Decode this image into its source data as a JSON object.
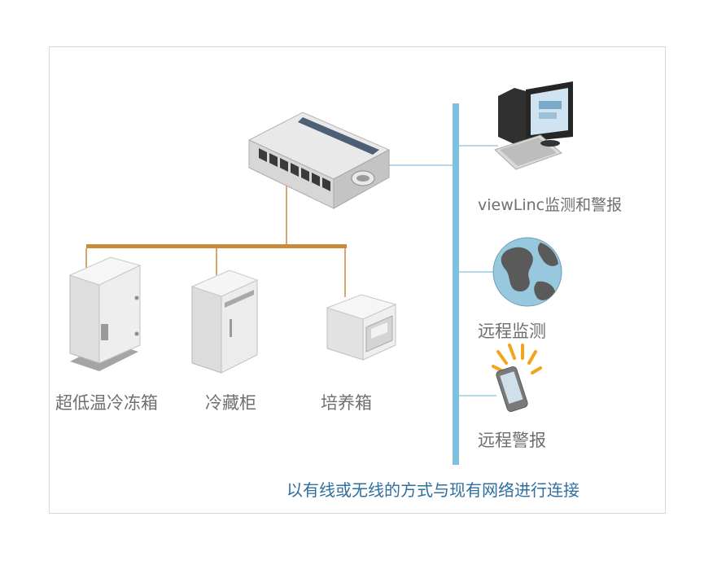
{
  "equipment": [
    {
      "id": "ultra_low_freezer",
      "label": "超低温冷冻箱"
    },
    {
      "id": "refrigerator",
      "label": "冷藏柜"
    },
    {
      "id": "incubator",
      "label": "培养箱"
    }
  ],
  "endpoints": [
    {
      "id": "viewlinc",
      "label": "viewLinc监测和警报",
      "icon": "computer-icon"
    },
    {
      "id": "remote_monitoring",
      "label": "远程监测",
      "icon": "globe-icon"
    },
    {
      "id": "remote_alarm",
      "label": "远程警报",
      "icon": "mobile-alarm-icon"
    }
  ],
  "caption": "以有线或无线的方式与现有网络进行连接",
  "colors": {
    "network_line": "#7fbfdf",
    "wired_line": "#c98a3a",
    "label_text": "#6f6f6f",
    "caption_text": "#2f6f9e",
    "frame_border": "#d6d6d6"
  }
}
